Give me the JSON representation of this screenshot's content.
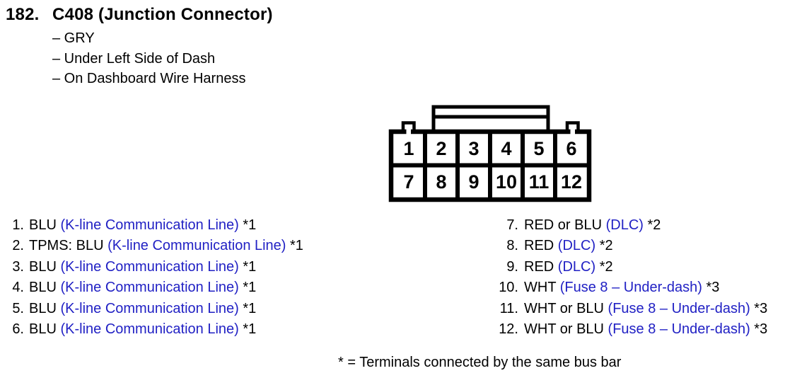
{
  "colors": {
    "ink": "#000000",
    "blue": "#2121c4"
  },
  "header": {
    "index": "182.",
    "title": "C408 (Junction Connector)",
    "details": [
      "– GRY",
      "– Under Left Side of Dash",
      "– On Dashboard Wire Harness"
    ]
  },
  "connector": {
    "name": "C408",
    "rows": [
      [
        "1",
        "2",
        "3",
        "4",
        "5",
        "6"
      ],
      [
        "7",
        "8",
        "9",
        "10",
        "11",
        "12"
      ]
    ]
  },
  "pin_lists": {
    "left": [
      {
        "num": "1.",
        "wire": "BLU",
        "function": "(K-line Communication Line)",
        "note": "*1"
      },
      {
        "num": "2.",
        "wire": "TPMS: BLU",
        "function": "(K-line Communication Line)",
        "note": "*1"
      },
      {
        "num": "3.",
        "wire": "BLU",
        "function": "(K-line Communication Line)",
        "note": "*1"
      },
      {
        "num": "4.",
        "wire": "BLU",
        "function": "(K-line Communication Line)",
        "note": "*1"
      },
      {
        "num": "5.",
        "wire": "BLU",
        "function": "(K-line Communication Line)",
        "note": "*1"
      },
      {
        "num": "6.",
        "wire": "BLU",
        "function": "(K-line Communication Line)",
        "note": "*1"
      }
    ],
    "right": [
      {
        "num": "7.",
        "wire": "RED or BLU",
        "function": "(DLC)",
        "note": "*2"
      },
      {
        "num": "8.",
        "wire": "RED",
        "function": "(DLC)",
        "note": "*2"
      },
      {
        "num": "9.",
        "wire": "RED",
        "function": "(DLC)",
        "note": "*2"
      },
      {
        "num": "10.",
        "wire": "WHT",
        "function": "(Fuse 8 – Under-dash)",
        "note": "*3"
      },
      {
        "num": "11.",
        "wire": "WHT or BLU",
        "function": "(Fuse 8 – Under-dash)",
        "note": "*3"
      },
      {
        "num": "12.",
        "wire": "WHT or BLU",
        "function": "(Fuse 8 – Under-dash)",
        "note": "*3"
      }
    ]
  },
  "footnote": "* = Terminals connected by the same bus bar"
}
